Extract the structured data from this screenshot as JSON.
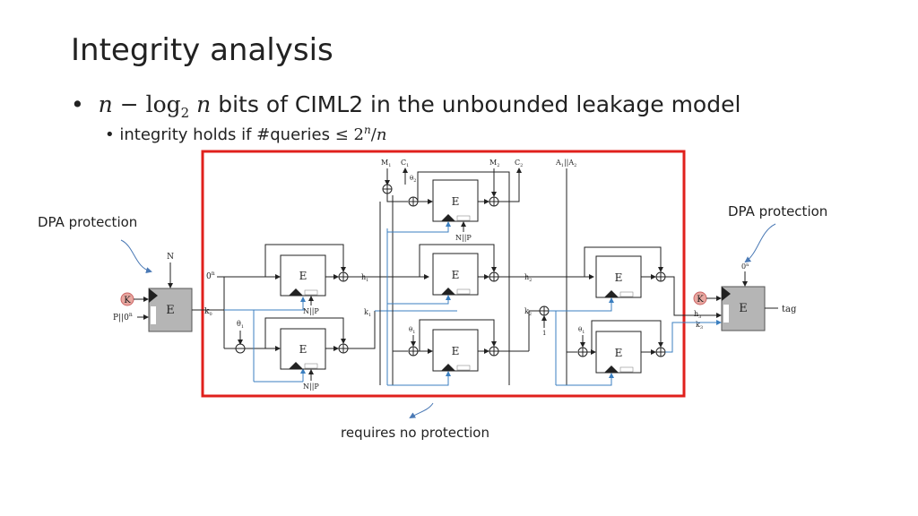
{
  "slide": {
    "title": "Integrity analysis",
    "bullet1_text": "bits of CIML2 in the unbounded leakage model",
    "bullet2_text": "integrity holds if #queries"
  },
  "callouts": {
    "dpa_left": "DPA protection",
    "dpa_right": "DPA protection",
    "requires_no_protection": "requires no protection"
  },
  "diagram": {
    "block_E": "E",
    "key_K": "K",
    "in_N": "N",
    "in_P0n": "P||0",
    "zero_n": "0",
    "n_sup": "n",
    "k0": "k",
    "k1": "k",
    "k2": "k",
    "k3": "k",
    "h1": "h",
    "h2": "h",
    "h3": "h",
    "NP": "N||P",
    "theta1": "θ",
    "theta2": "θ",
    "M1": "M",
    "C1": "C",
    "M2": "M",
    "C2": "C",
    "A1A2": "A",
    "one": "1",
    "tag": "tag"
  },
  "colors": {
    "frame": "#e0201c",
    "blue_wire": "#3b7fc0",
    "gray_block": "#b5b5b5",
    "key_fill": "#e8a7a0"
  }
}
